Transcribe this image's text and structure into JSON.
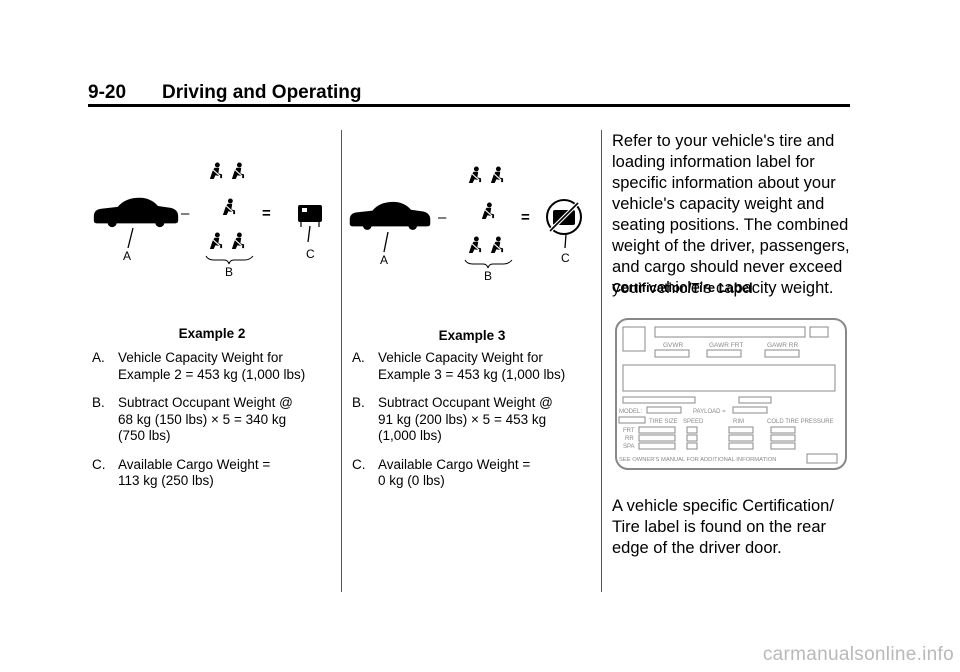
{
  "header": {
    "page_number": "9-20",
    "section_title": "Driving and Operating"
  },
  "example2": {
    "diagram": {
      "label_a": "A",
      "label_b": "B",
      "label_c": "C",
      "minus": "–",
      "equals": "="
    },
    "caption": "Example 2",
    "items": [
      {
        "letter": "A.",
        "line1": "Vehicle Capacity Weight for",
        "cont": [
          "Example 2 = 453 kg (1,000 lbs)"
        ]
      },
      {
        "letter": "B.",
        "line1": "Subtract Occupant Weight @",
        "cont": [
          "68 kg (150 lbs) × 5 = 340 kg",
          "(750 lbs)"
        ]
      },
      {
        "letter": "C.",
        "line1": "Available Cargo Weight =",
        "cont": [
          "113 kg (250 lbs)"
        ]
      }
    ]
  },
  "example3": {
    "diagram": {
      "label_a": "A",
      "label_b": "B",
      "label_c": "C",
      "minus": "–",
      "equals": "="
    },
    "caption": "Example 3",
    "items": [
      {
        "letter": "A.",
        "line1": "Vehicle Capacity Weight for",
        "cont": [
          "Example 3 = 453 kg (1,000 lbs)"
        ]
      },
      {
        "letter": "B.",
        "line1": "Subtract Occupant Weight @",
        "cont": [
          "91 kg (200 lbs) × 5 = 453 kg",
          "(1,000 lbs)"
        ]
      },
      {
        "letter": "C.",
        "line1": "Available Cargo Weight =",
        "cont": [
          "0 kg (0 lbs)"
        ]
      }
    ]
  },
  "right_column": {
    "para1_lines": [
      "Refer to your vehicle's tire and",
      "loading information label for",
      "specific information about your",
      "vehicle's capacity weight and",
      "seating positions. The combined",
      "weight of the driver, passengers,",
      "and cargo should never exceed",
      "your vehicle's capacity weight."
    ],
    "subheading": "Certification/Tire Label",
    "label": {
      "gvwr": "GVWR",
      "gawr_frt": "GAWR FRT",
      "gawr_rr": "GAWR RR",
      "model": "MODEL:",
      "payload": "PAYLOAD =",
      "tire_size": "TIRE SIZE",
      "speed": "SPEED",
      "rim": "RIM",
      "cold_tire_pressure": "COLD TIRE PRESSURE",
      "frt": "FRT",
      "rr": "RR",
      "spa": "SPA",
      "footer": "SEE OWNER'S MANUAL FOR ADDITIONAL INFORMATION"
    },
    "para2_lines": [
      "A vehicle specific Certification/",
      "Tire label is found on the rear",
      "edge of the driver door."
    ]
  },
  "watermark": "carmanualsonline.info",
  "colors": {
    "ink": "#000000",
    "rule": "#555555",
    "label_gray": "#888888",
    "watermark": "#b9b9b9"
  }
}
